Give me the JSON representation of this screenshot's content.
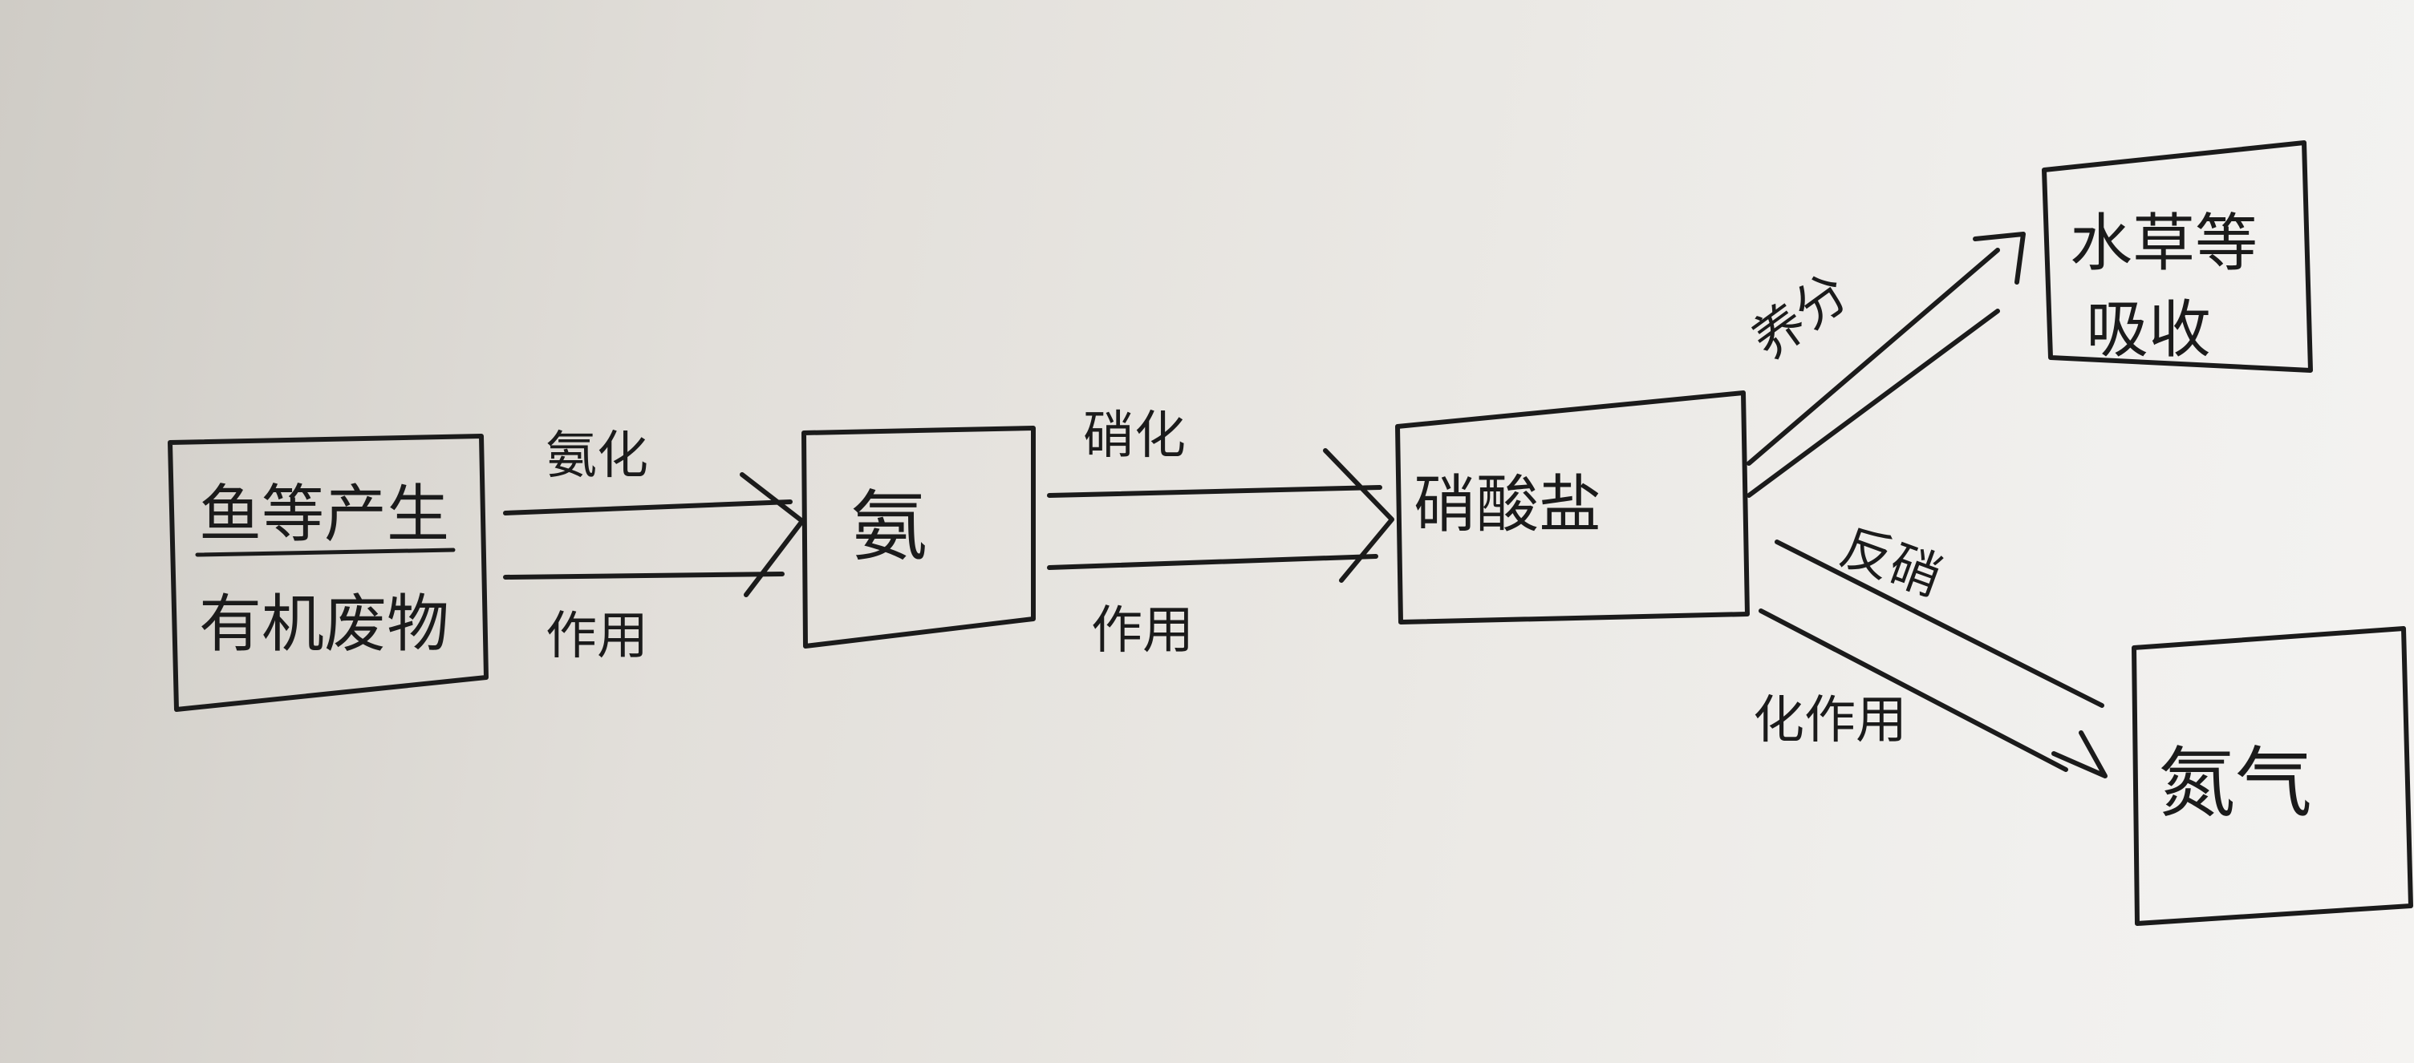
{
  "diagram": {
    "nodes": [
      {
        "id": "waste",
        "lines": [
          "鱼等产生",
          "有机废物"
        ]
      },
      {
        "id": "ammonia",
        "lines": [
          "氨"
        ]
      },
      {
        "id": "nitrate",
        "lines": [
          "硝酸盐"
        ]
      },
      {
        "id": "plants",
        "lines": [
          "水草等",
          "吸收"
        ]
      },
      {
        "id": "nitrogen",
        "lines": [
          "氮气"
        ]
      }
    ],
    "edges": [
      {
        "id": "waste-to-ammonia",
        "top": "氨化",
        "bottom": "作用"
      },
      {
        "id": "ammonia-to-nitrate",
        "top": "硝化",
        "bottom": "作用"
      },
      {
        "id": "nitrate-to-plants",
        "top": "养分"
      },
      {
        "id": "nitrate-to-nitrogen",
        "top": "反硝",
        "bottom": "化作用"
      }
    ]
  }
}
